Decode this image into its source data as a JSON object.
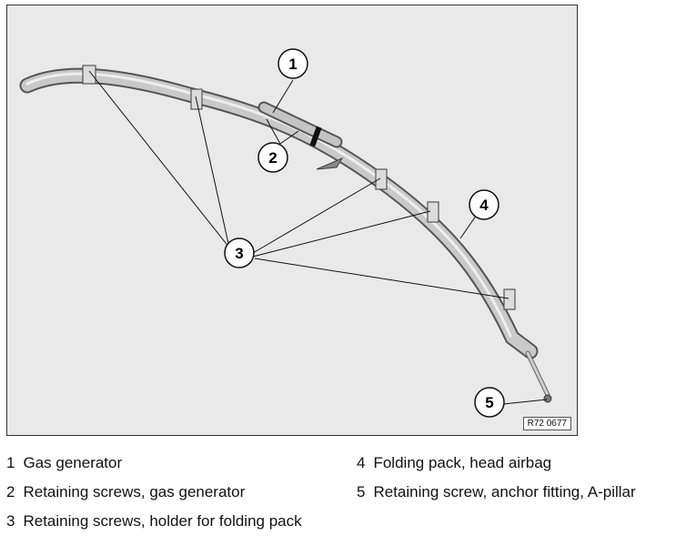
{
  "figure": {
    "reference_code": "R72 0677",
    "callouts": [
      "1",
      "2",
      "3",
      "4",
      "5"
    ]
  },
  "legend": [
    {
      "number": "1",
      "text": "Gas generator"
    },
    {
      "number": "2",
      "text": "Retaining screws, gas generator"
    },
    {
      "number": "3",
      "text": "Retaining screws, holder for folding pack"
    },
    {
      "number": "4",
      "text": "Folding pack, head airbag"
    },
    {
      "number": "5",
      "text": "Retaining screw, anchor fitting, A-pillar"
    }
  ]
}
